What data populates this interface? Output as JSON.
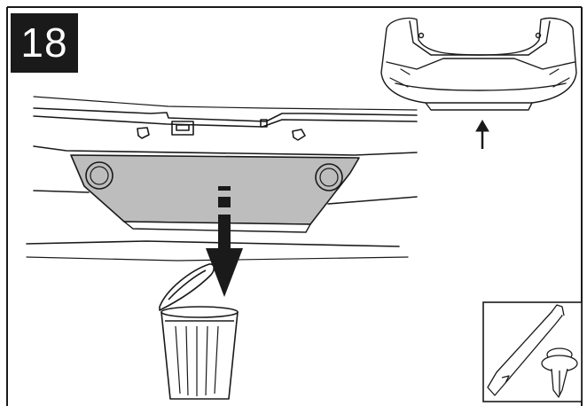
{
  "step": {
    "number": "18"
  },
  "illustration": {
    "main_view": "rear-bumper-lower-panel-removal",
    "inset_view": "car-rear-bumper-overview",
    "arrow_direction": "down",
    "tools": [
      "trim-removal-tool",
      "push-clip"
    ],
    "colors": {
      "panel_fill": "#bdbdbd",
      "line": "#1a1a1a",
      "background": "#ffffff"
    }
  }
}
